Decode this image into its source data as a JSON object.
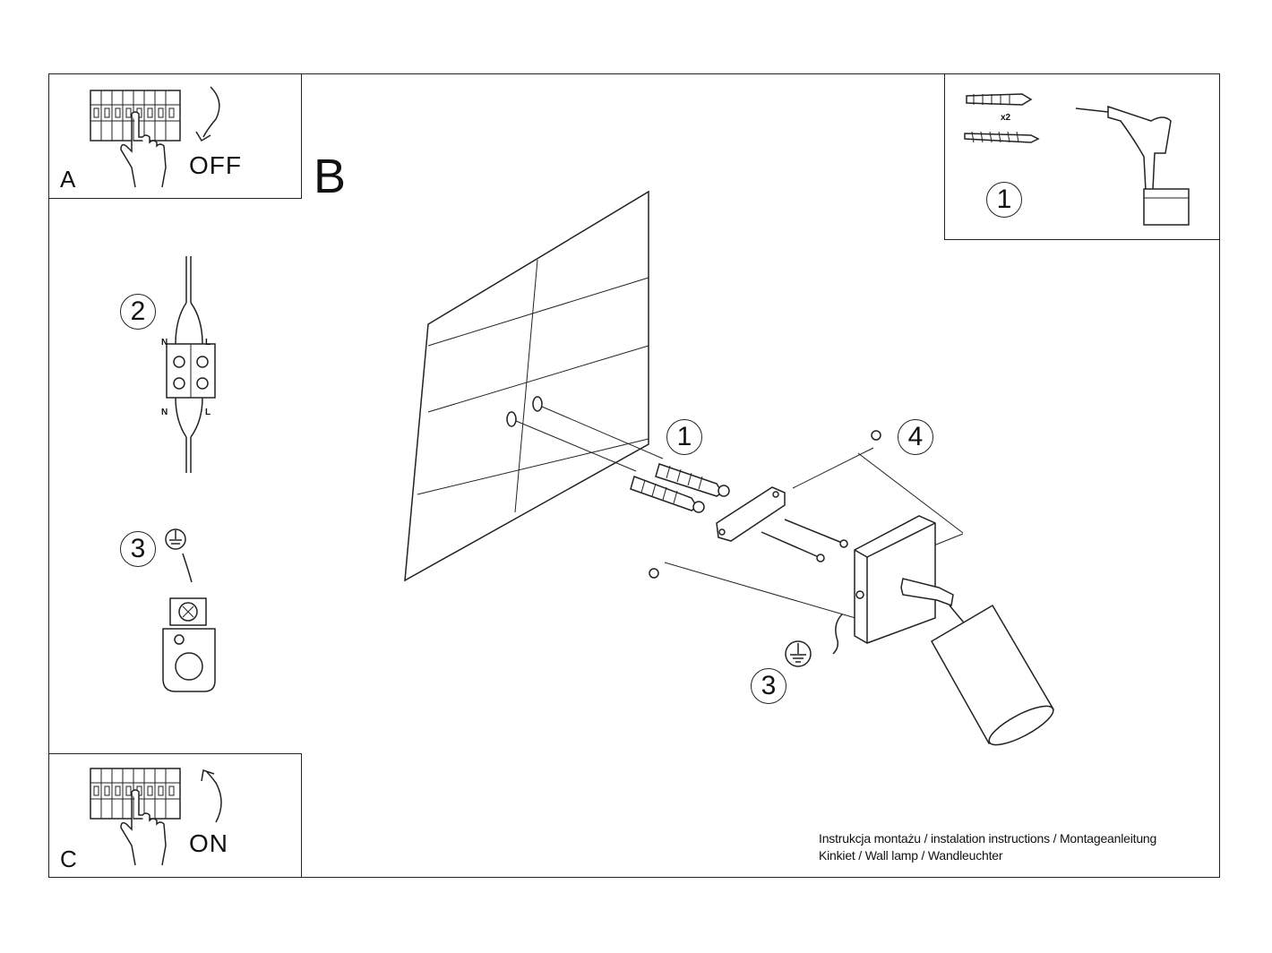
{
  "steps": {
    "a": {
      "letter": "A",
      "state": "OFF"
    },
    "b": {
      "letter": "B"
    },
    "c": {
      "letter": "C",
      "state": "ON"
    }
  },
  "callouts": {
    "n1": "1",
    "n2": "2",
    "n3": "3",
    "n4": "4"
  },
  "hardware": {
    "quantity": "x2"
  },
  "terminal": {
    "neutral": "N",
    "live": "L"
  },
  "caption": {
    "line1": "Instrukcja montażu / instalation instructions / Montageanleitung",
    "line2": "Kinkiet / Wall lamp / Wandleuchter"
  },
  "icons": [
    "breaker-panel-icon",
    "hand-icon",
    "arrow-down-icon",
    "arrow-up-icon",
    "drill-icon",
    "wall-plug-icon",
    "screw-icon",
    "terminal-block-icon",
    "ground-symbol-icon",
    "ground-terminal-icon",
    "mounting-bracket-icon",
    "wall-lamp-icon"
  ]
}
